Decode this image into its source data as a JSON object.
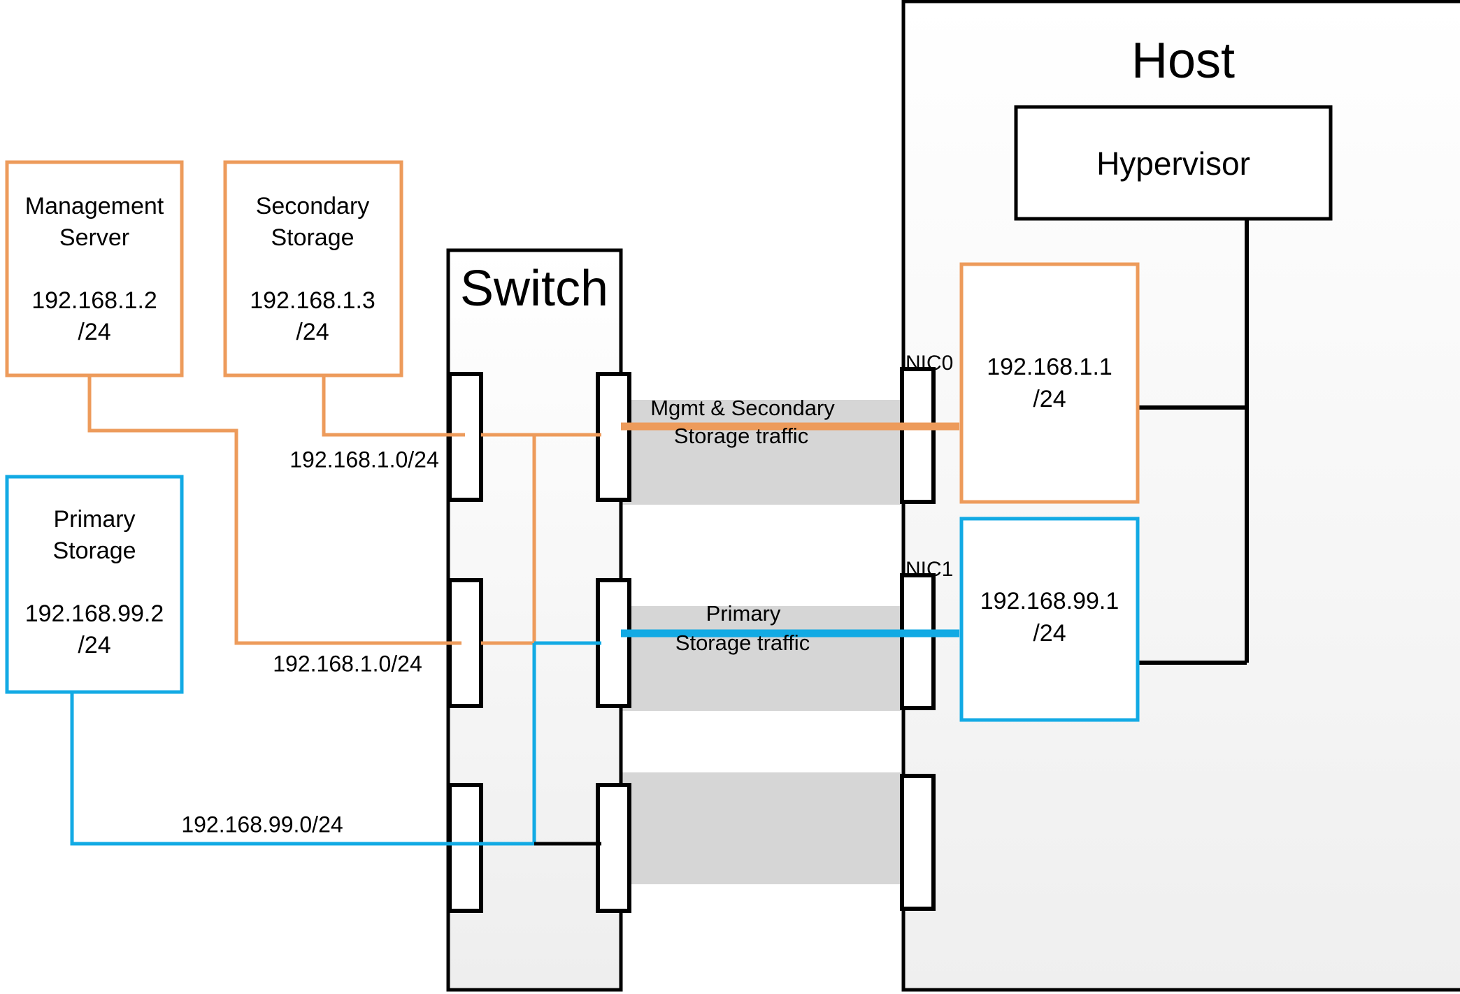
{
  "diagram": {
    "title": "CloudStack basic networking: Management, Secondary and Primary Storage traffic between Switch and Host",
    "colors": {
      "orange": "#ED9B5B",
      "blue": "#12AAE4",
      "black": "#000000",
      "band_gray": "#D6D6D6",
      "panel_gray": "#F1F1F1"
    }
  },
  "nodes": {
    "management_server": {
      "name": "Management Server",
      "line1": "Management",
      "line2": "Server",
      "ip": "192.168.1.2",
      "mask": "/24",
      "border_color": "#ED9B5B"
    },
    "secondary_storage": {
      "name": "Secondary Storage",
      "line1": "Secondary",
      "line2": "Storage",
      "ip": "192.168.1.3",
      "mask": "/24",
      "border_color": "#ED9B5B"
    },
    "primary_storage": {
      "name": "Primary Storage",
      "line1": "Primary",
      "line2": "Storage",
      "ip": "192.168.99.2",
      "mask": "/24",
      "border_color": "#12AAE4"
    },
    "switch": {
      "label": "Switch"
    },
    "host": {
      "label": "Host",
      "hypervisor_label": "Hypervisor"
    },
    "host_nic0_iface": {
      "ip": "192.168.1.1",
      "mask": "/24",
      "border_color": "#ED9B5B"
    },
    "host_nic1_iface": {
      "ip": "192.168.99.1",
      "mask": "/24",
      "border_color": "#12AAE4"
    }
  },
  "nics": {
    "nic0": "NIC0",
    "nic1": "NIC1"
  },
  "network_labels": {
    "mgmt_upper": "192.168.1.0/24",
    "mgmt_lower": "192.168.1.0/24",
    "storage": "192.168.99.0/24"
  },
  "traffic_bands": [
    {
      "id": "mgmt-secondary",
      "line1": "Mgmt & Secondary",
      "line2": "Storage traffic",
      "color": "#ED9B5B"
    },
    {
      "id": "primary-storage",
      "line1": "Primary",
      "line2": "Storage traffic",
      "color": "#12AAE4"
    }
  ]
}
